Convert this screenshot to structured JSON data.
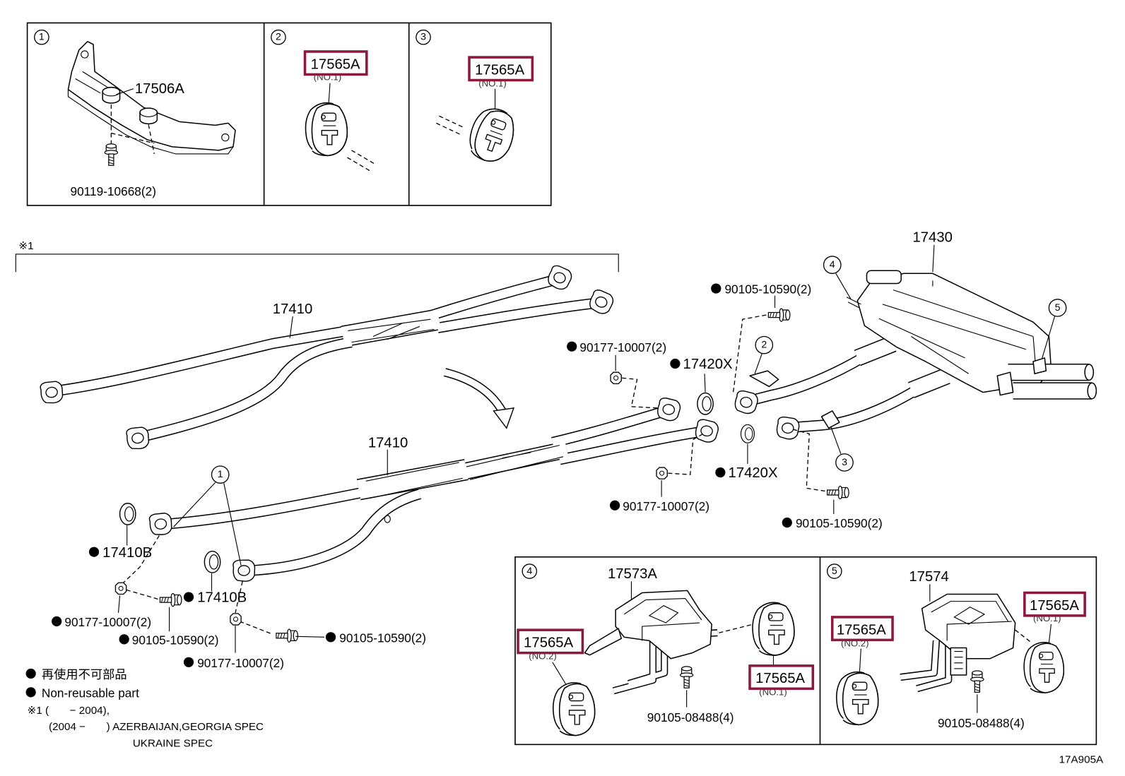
{
  "colors": {
    "highlight": "#8b1a3c",
    "ink": "#000000"
  },
  "top_insets": {
    "inset1": {
      "callout": "1",
      "bracket": "17506A",
      "bolt": "90119-10668(2)"
    },
    "inset2": {
      "callout": "2",
      "hanger": "17565A",
      "hanger_note": "(NO.1)"
    },
    "inset3": {
      "callout": "3",
      "hanger": "17565A",
      "hanger_note": "(NO.1)"
    }
  },
  "variant_mark": "※1",
  "front_pipe": {
    "label_upper": "17410",
    "label_lower": "17410",
    "callout": "1",
    "gasket_left": "17410B",
    "gasket_right": "17410B",
    "nut_left": "90177-10007(2)",
    "nut_bottom": "90177-10007(2)",
    "bolt_left": "90105-10590(2)",
    "bolt_right": "90105-10590(2)"
  },
  "joint": {
    "nut_upper": "90177-10007(2)",
    "nut_lower": "90177-10007(2)",
    "gasket_upper": "17420X",
    "gasket_lower": "17420X"
  },
  "tail_pipe": {
    "label": "17430",
    "bolt_upper": "90105-10590(2)",
    "bolt_lower": "90105-10590(2)",
    "callout_2": "2",
    "callout_3": "3",
    "callout_4": "4",
    "callout_5": "5"
  },
  "bottom_insets": {
    "inset4": {
      "callout": "4",
      "bracket": "17573A",
      "hanger_no2": "17565A",
      "hanger_no2_note": "(NO.2)",
      "hanger_no1": "17565A",
      "hanger_no1_note": "(NO.1)",
      "bolt": "90105-08488(4)"
    },
    "inset5": {
      "callout": "5",
      "bracket": "17574",
      "hanger_no2": "17565A",
      "hanger_no2_note": "(NO.2)",
      "hanger_no1": "17565A",
      "hanger_no1_note": "(NO.1)",
      "bolt": "90105-08488(4)"
    }
  },
  "legend": {
    "non_reusable_ja": "再使用不可部品",
    "non_reusable_en": "Non-reusable part",
    "note_line1": "※1 (       − 2004),",
    "note_line2": "(2004 −       ) AZERBAIJAN,GEORGIA SPEC",
    "note_line3": "UKRAINE SPEC"
  },
  "diagram_code": "17A905A"
}
